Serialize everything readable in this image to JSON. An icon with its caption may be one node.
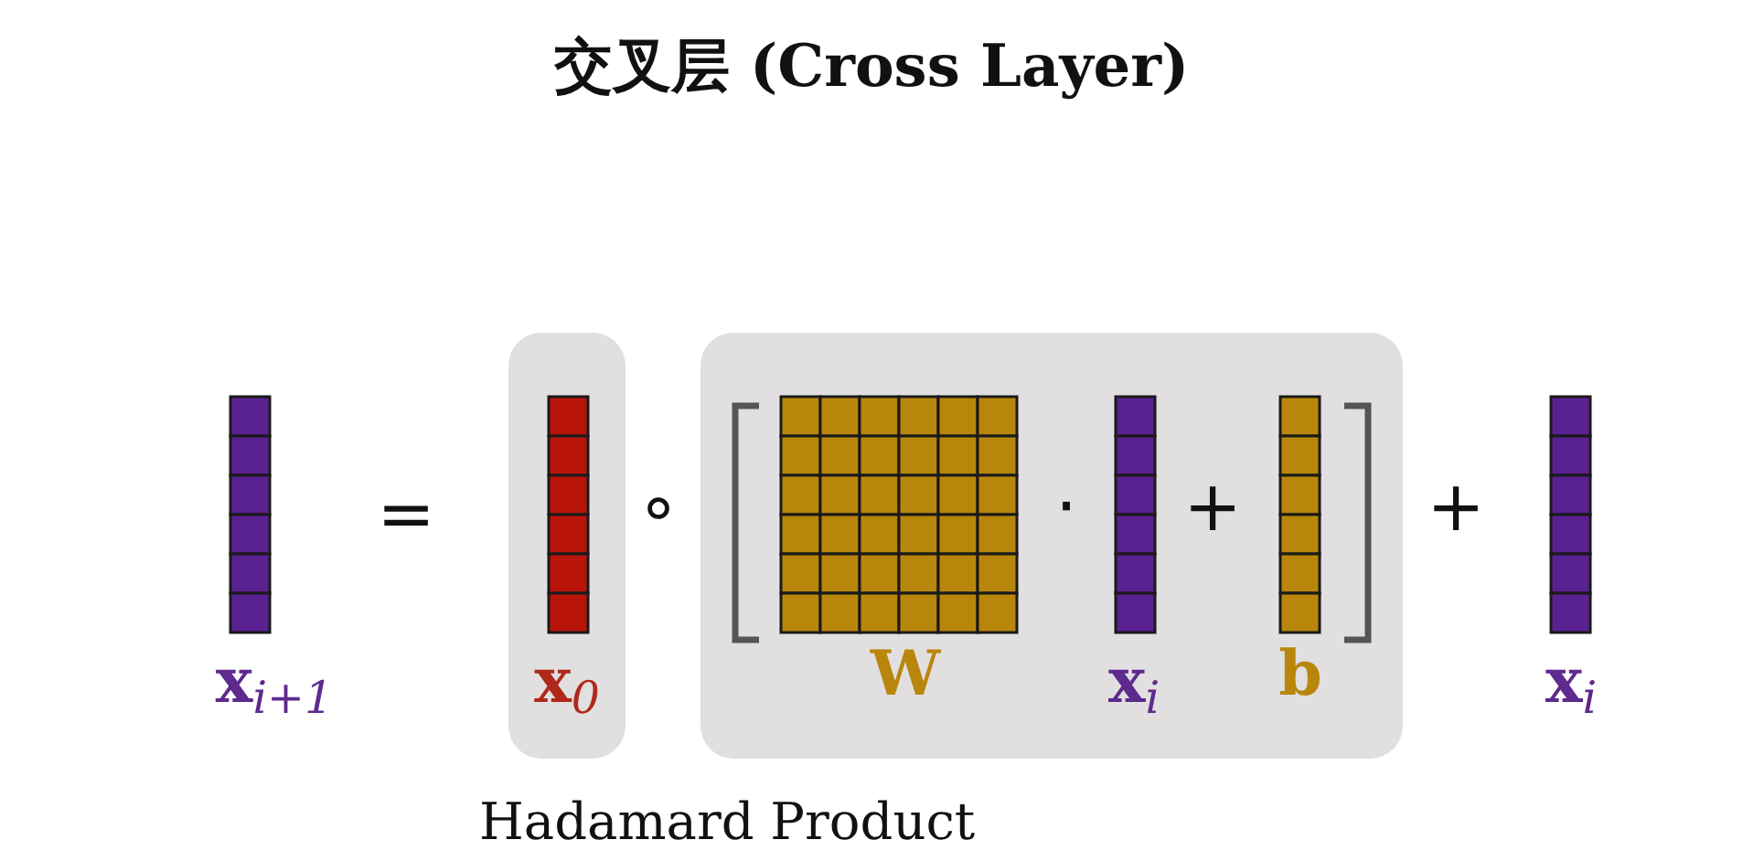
{
  "diagram": {
    "title": "交叉层 (Cross Layer)",
    "nodes": [
      {
        "text": [
          "x$_{0}$"
        ],
        "beside": [
          "Hadamard Product"
        ]
      },
      {
        "text": [],
        "shape": "box"
      }
    ],
    "edges": [],
    "labels": [
      "=",
      "∘",
      "·",
      "+",
      "+",
      "x$_{i+1}$",
      "W",
      "x$_{i}$",
      "b",
      "x$_{i}$"
    ]
  }
}
